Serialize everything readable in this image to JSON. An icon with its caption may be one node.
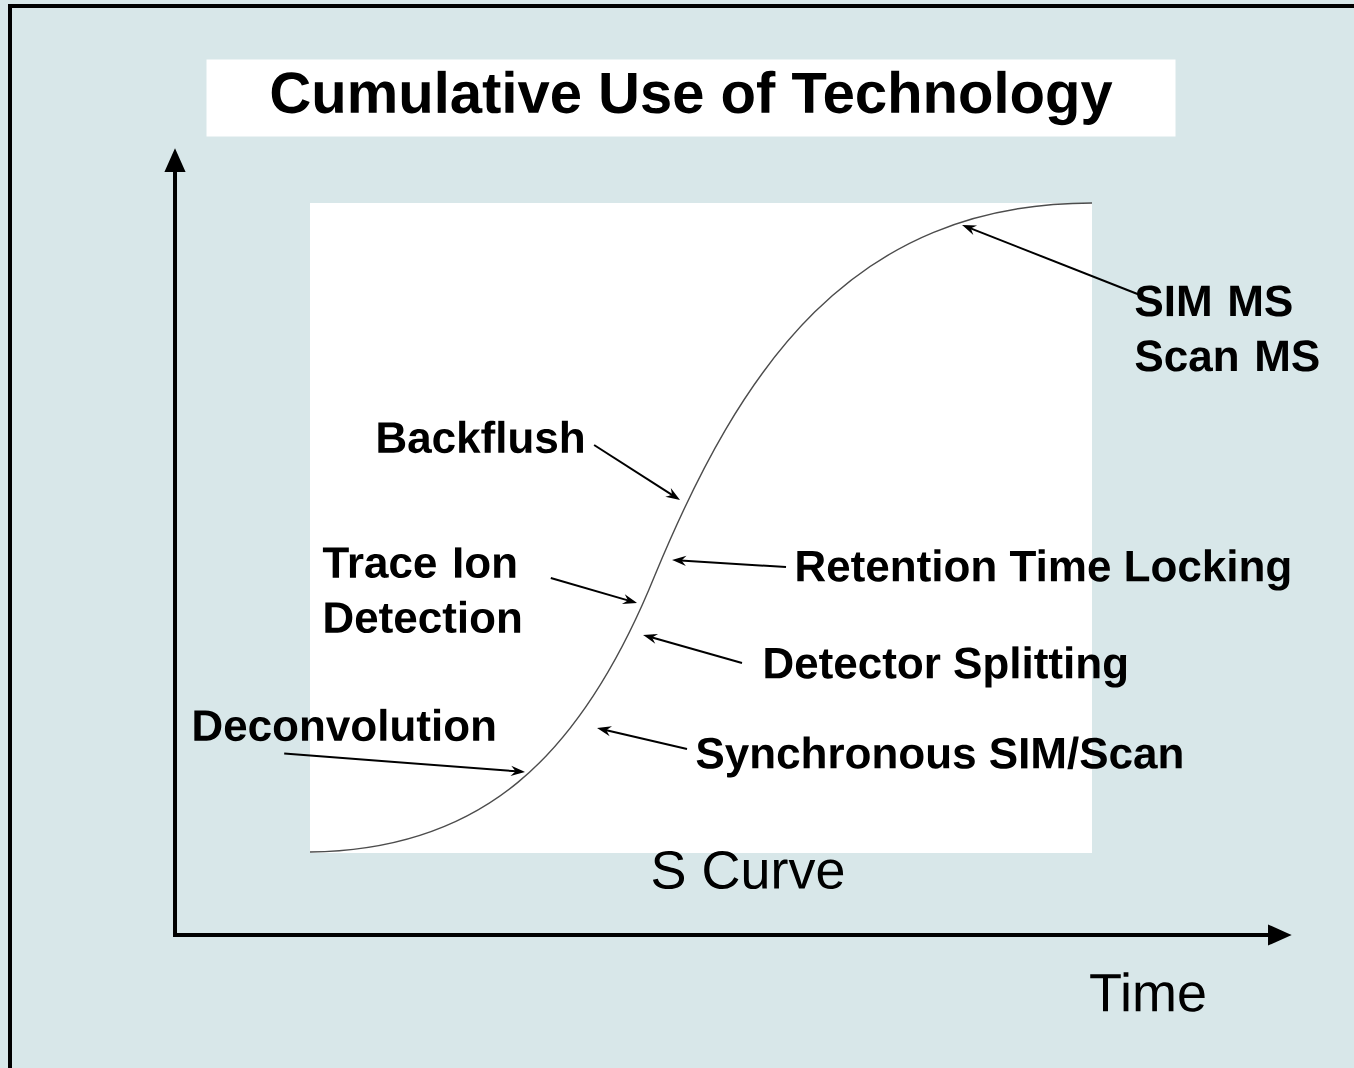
{
  "diagram": {
    "title": "Cumulative Use of Technology",
    "nodes": [
      {
        "text": [
          "SIM MS Scan MS"
        ]
      },
      {
        "text": [
          "Backflush"
        ]
      },
      {
        "text": [
          "Trace Ion Detection"
        ]
      },
      {
        "text": [
          "Retention Time Locking"
        ]
      },
      {
        "text": [
          "Detector Splitting"
        ]
      },
      {
        "text": [
          "Deconvolution"
        ]
      },
      {
        "text": [
          "Synchronous SIM/Scan"
        ]
      }
    ],
    "edges": [
      {
        "from": 0,
        "to": null,
        "arrow": "to"
      },
      {
        "from": 1,
        "to": null,
        "arrow": "to"
      },
      {
        "from": 2,
        "to": null,
        "arrow": "to"
      },
      {
        "from": 3,
        "to": null,
        "arrow": "to"
      },
      {
        "from": 4,
        "to": null,
        "arrow": "to"
      },
      {
        "from": 5,
        "to": null,
        "arrow": "to"
      },
      {
        "from": 6,
        "to": null,
        "arrow": "to"
      }
    ],
    "labels": [
      "S Curve",
      "Time"
    ]
  }
}
